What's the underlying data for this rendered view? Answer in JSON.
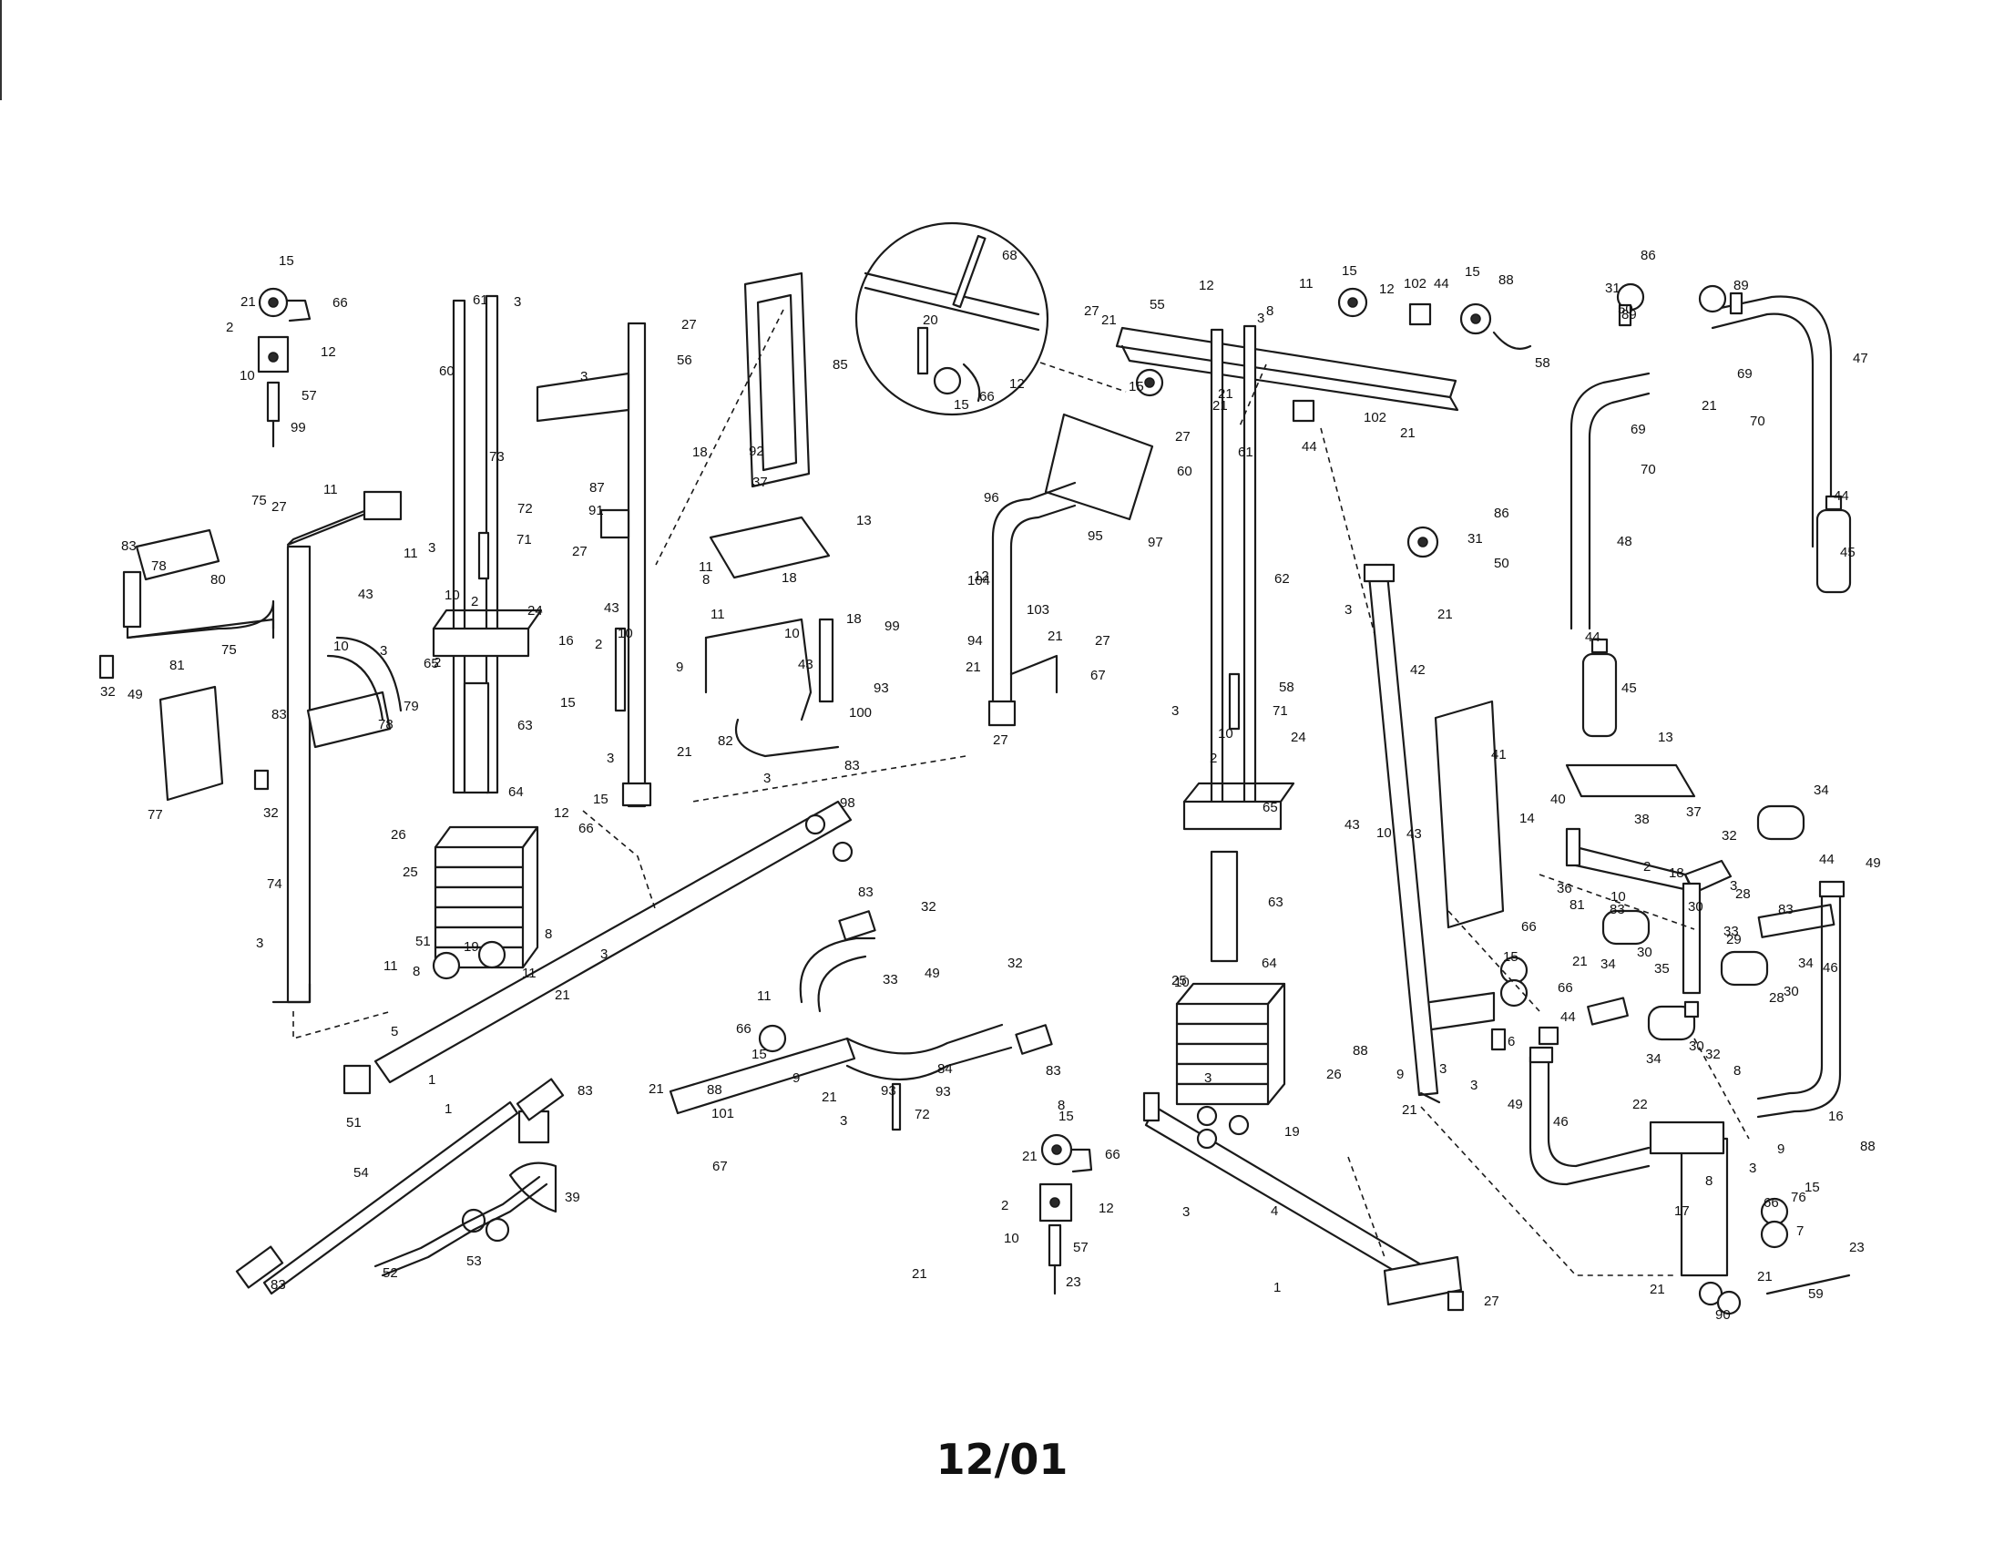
{
  "drawing": {
    "footer_code": "12/01"
  },
  "callouts": [
    "1",
    "2",
    "3",
    "4",
    "5",
    "6",
    "7",
    "8",
    "9",
    "10",
    "11",
    "12",
    "13",
    "14",
    "15",
    "16",
    "17",
    "18",
    "19",
    "20",
    "21",
    "22",
    "23",
    "24",
    "25",
    "26",
    "27",
    "28",
    "29",
    "30",
    "31",
    "32",
    "33",
    "34",
    "35",
    "36",
    "37",
    "38",
    "39",
    "40",
    "41",
    "42",
    "43",
    "44",
    "45",
    "46",
    "47",
    "48",
    "49",
    "50",
    "51",
    "52",
    "53",
    "54",
    "55",
    "56",
    "57",
    "58",
    "59",
    "60",
    "61",
    "62",
    "63",
    "64",
    "65",
    "66",
    "67",
    "68",
    "69",
    "70",
    "71",
    "72",
    "73",
    "74",
    "75",
    "76",
    "77",
    "78",
    "79",
    "80",
    "81",
    "82",
    "83",
    "84",
    "85",
    "86",
    "87",
    "88",
    "89",
    "90",
    "91",
    "92",
    "93",
    "94",
    "95",
    "96",
    "97",
    "98",
    "99",
    "100",
    "101",
    "102",
    "103",
    "104"
  ]
}
